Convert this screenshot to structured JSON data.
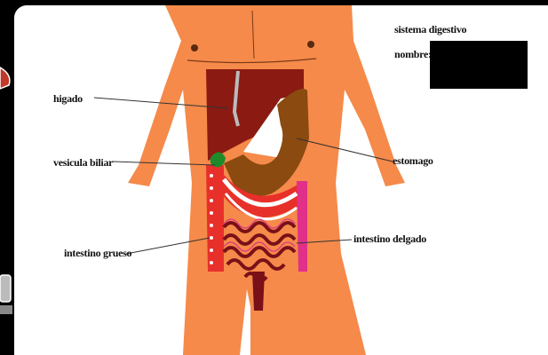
{
  "diagram": {
    "title": "sistema digestivo",
    "name_label": "nombre:",
    "labels": {
      "liver": "higado",
      "gallbladder": "vesicula biliar",
      "stomach": "estomago",
      "large_intestine": "intestino grueso",
      "small_intestine": "intestino delgado"
    },
    "colors": {
      "skin": "#f58a4a",
      "liver": "#8a1a12",
      "stomach": "#8a4a10",
      "gallbladder": "#1f8a2a",
      "intestine_red": "#e8302a",
      "intestine_dark": "#7a1018",
      "intestine_pink": "#e0308a"
    }
  }
}
